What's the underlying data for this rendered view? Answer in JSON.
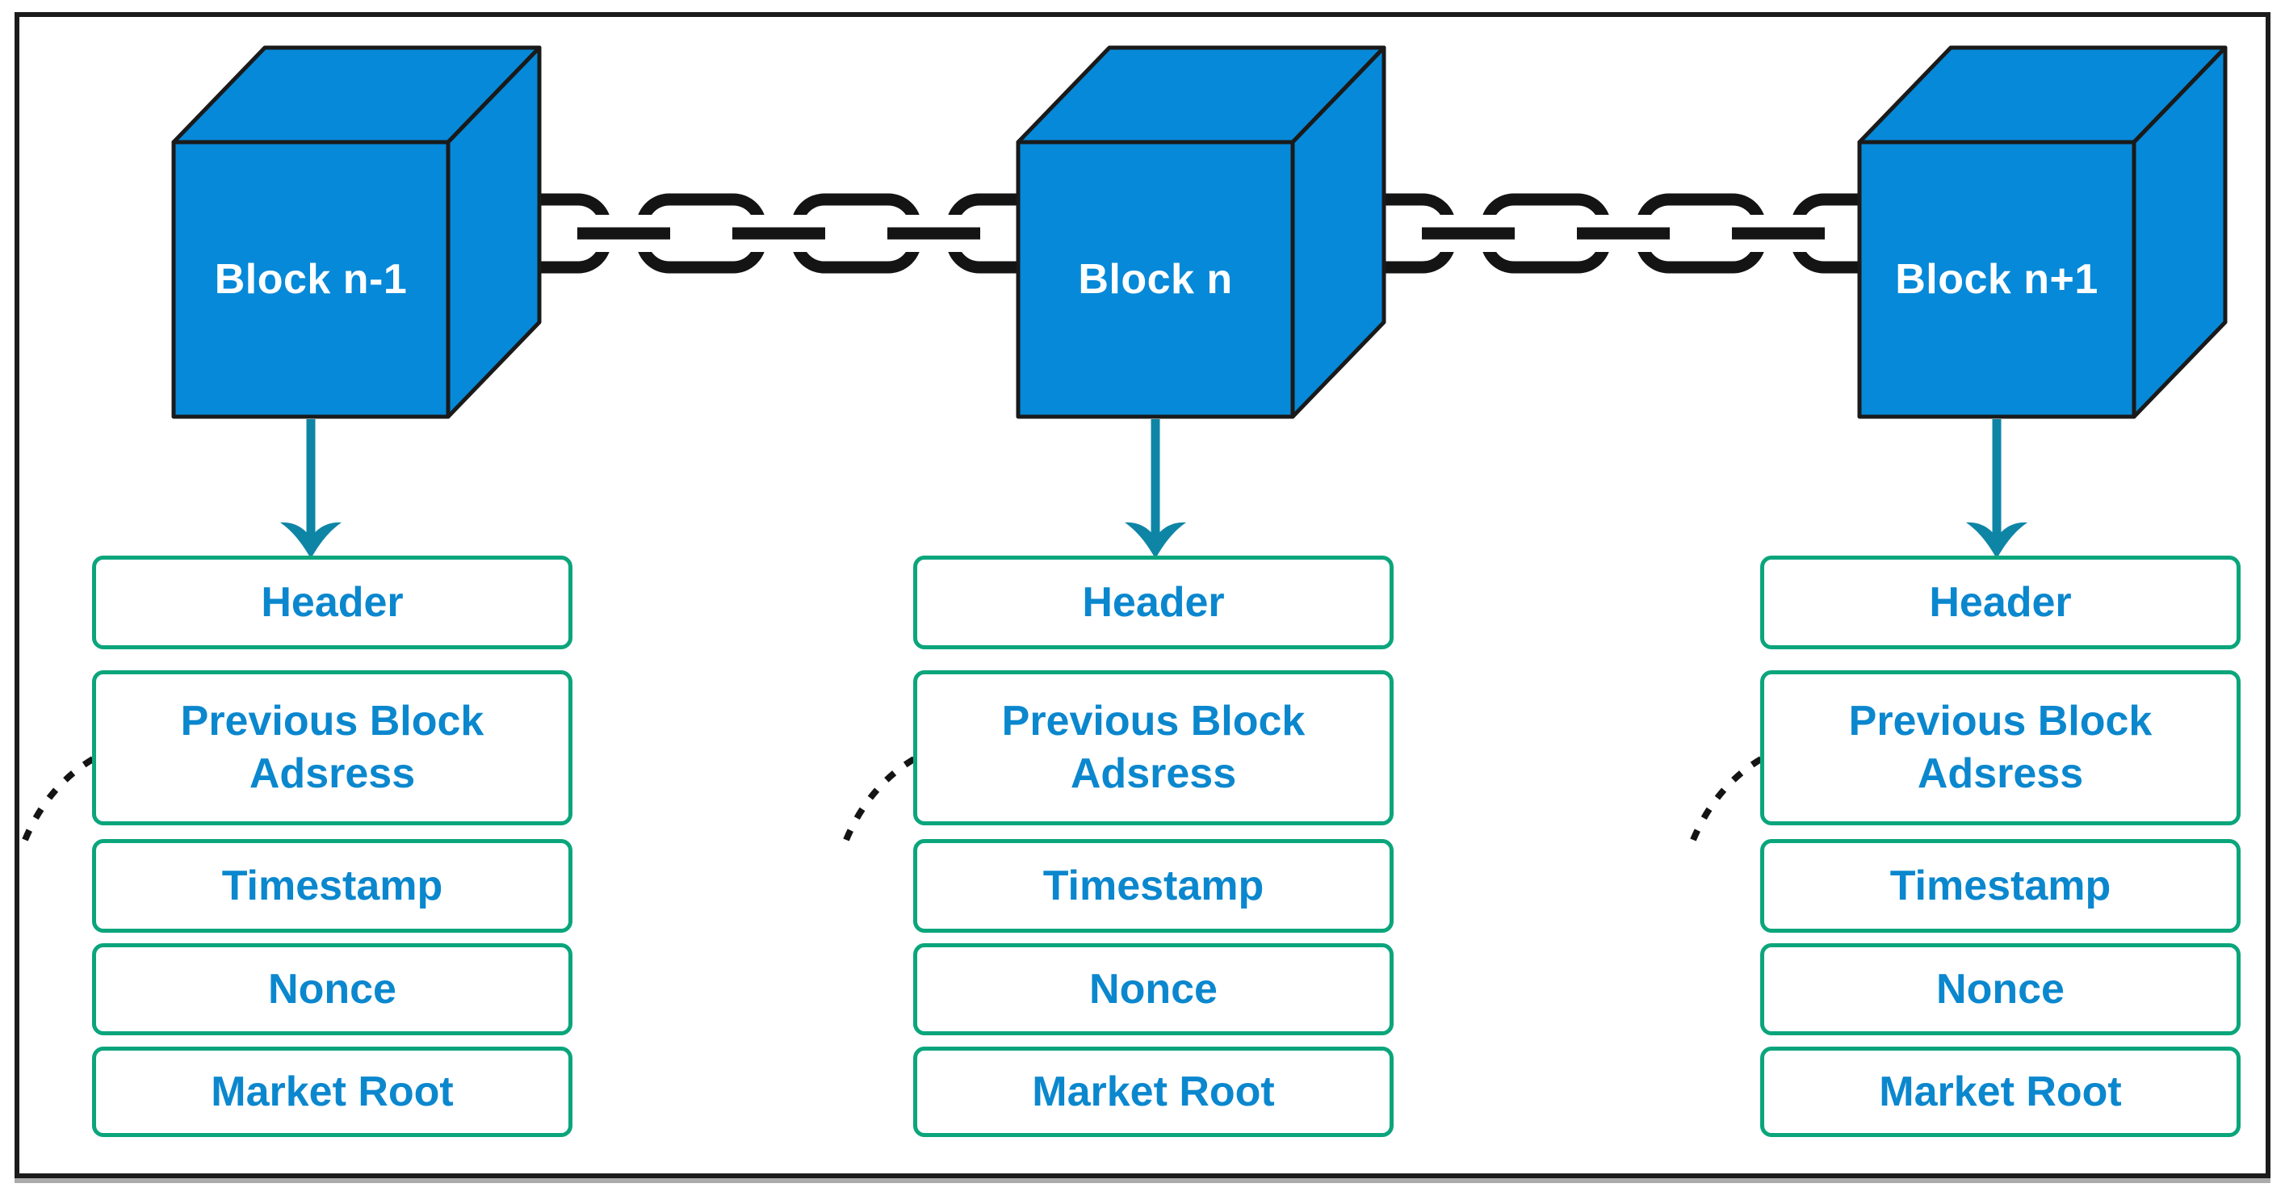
{
  "blocks": [
    {
      "label": "Block n-1",
      "fields": [
        "Header",
        "Previous Block Adsress",
        "Timestamp",
        "Nonce",
        "Market Root"
      ]
    },
    {
      "label": "Block n",
      "fields": [
        "Header",
        "Previous Block Adsress",
        "Timestamp",
        "Nonce",
        "Market Root"
      ]
    },
    {
      "label": "Block n+1",
      "fields": [
        "Header",
        "Previous Block Adsress",
        "Timestamp",
        "Nonce",
        "Market Root"
      ]
    }
  ],
  "colors": {
    "cube": "#0689d8",
    "cube_edge": "#1a1a1a",
    "chain": "#141414",
    "arrow": "#0f85a6",
    "box_border": "#0ba57c",
    "box_text": "#0b87ce",
    "block_text": "#ffffff",
    "frame": "#1b1b1b",
    "background": "#ffffff"
  }
}
